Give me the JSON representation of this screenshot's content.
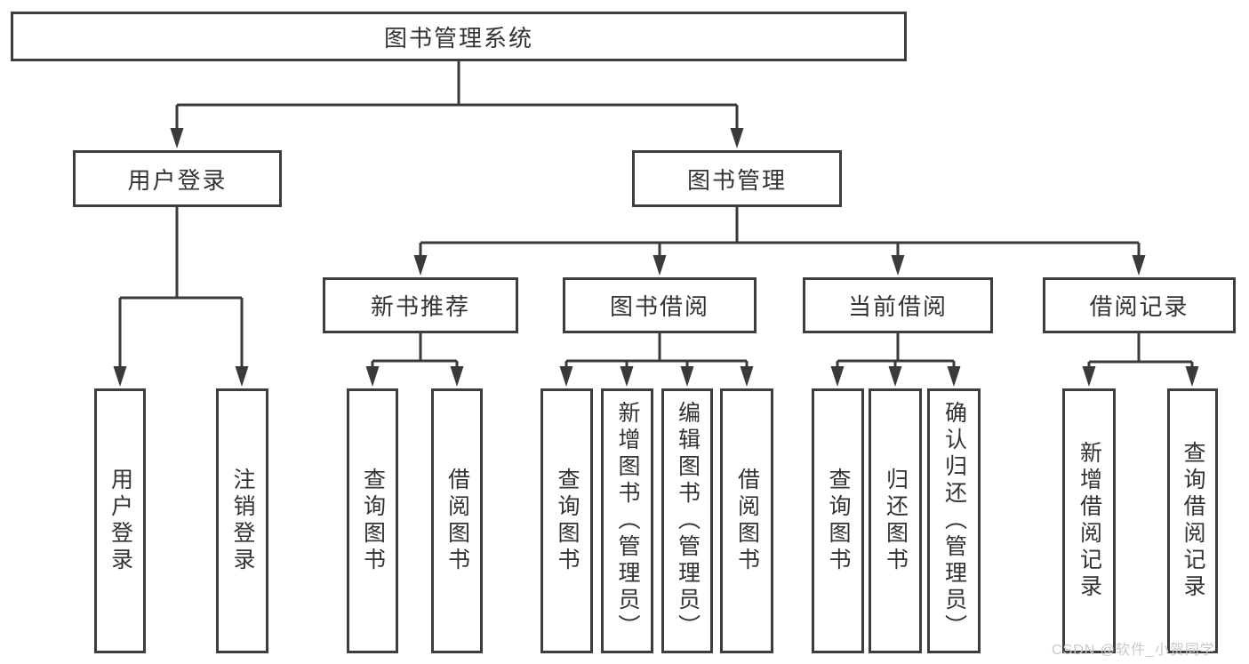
{
  "colors": {
    "bg": "#ffffff",
    "fill": "#ffffff",
    "border": "#3d3d3d",
    "line": "#3a3a3a",
    "text": "#333333",
    "watermark": "#c9c9c9"
  },
  "tree": {
    "root": {
      "label": "图书管理系统"
    },
    "branches": [
      {
        "label": "用户登录",
        "children": [
          {
            "label": "用户登录"
          },
          {
            "label": "注销登录"
          }
        ]
      },
      {
        "label": "图书管理",
        "children": [
          {
            "label": "新书推荐",
            "children": [
              {
                "label": "查询图书"
              },
              {
                "label": "借阅图书"
              }
            ]
          },
          {
            "label": "图书借阅",
            "children": [
              {
                "label": "查询图书"
              },
              {
                "label": "新增图书（管理员）"
              },
              {
                "label": "编辑图书（管理员）"
              },
              {
                "label": "借阅图书"
              }
            ]
          },
          {
            "label": "当前借阅",
            "children": [
              {
                "label": "查询图书"
              },
              {
                "label": "归还图书"
              },
              {
                "label": "确认归还（管理员）"
              }
            ]
          },
          {
            "label": "借阅记录",
            "children": [
              {
                "label": "新增借阅记录"
              },
              {
                "label": "查询借阅记录"
              }
            ]
          }
        ]
      }
    ]
  },
  "watermark": {
    "text": "CSDN @软件_小贺同学"
  }
}
